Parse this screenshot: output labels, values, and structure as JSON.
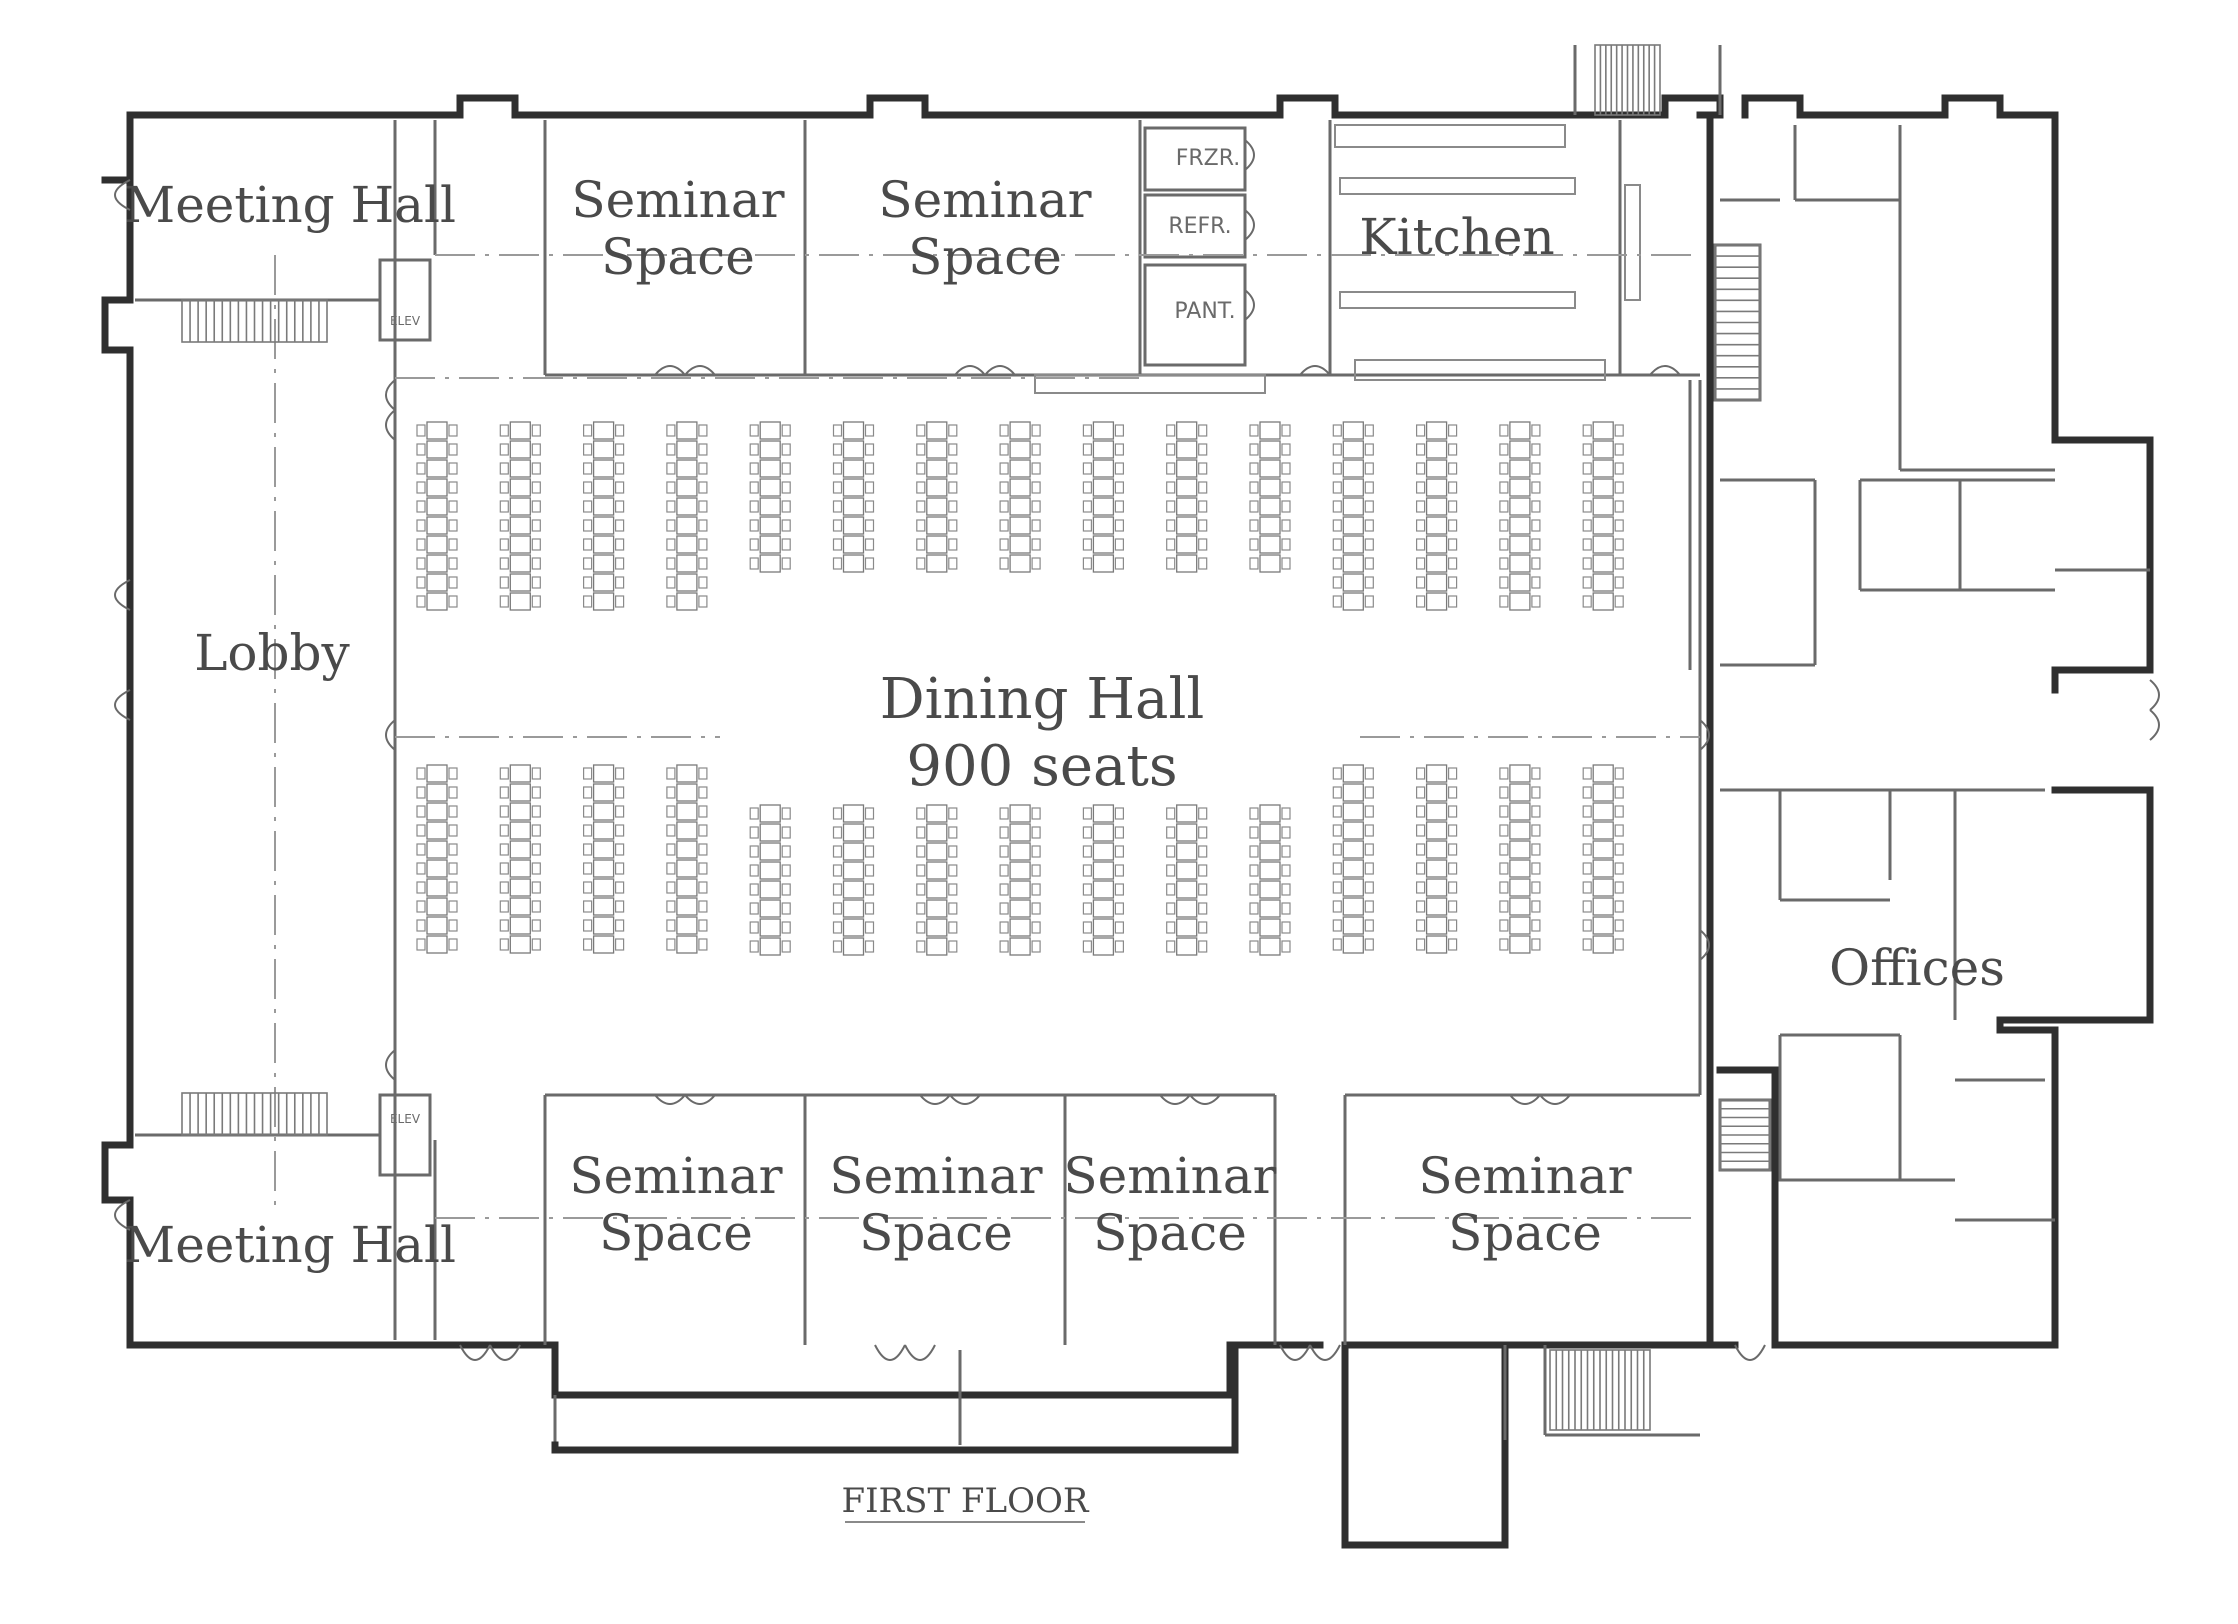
{
  "plan_title": "FIRST FLOOR",
  "rooms": {
    "meeting_hall_north": "Meeting Hall",
    "meeting_hall_south": "Meeting Hall",
    "lobby": "Lobby",
    "seminar_n1": [
      "Seminar",
      "Space"
    ],
    "seminar_n2": [
      "Seminar",
      "Space"
    ],
    "kitchen": "Kitchen",
    "freezer": "FRZR.",
    "refrigerator": "REFR.",
    "pantry": "PANT.",
    "dining_hall": "Dining Hall",
    "dining_capacity": "900 seats",
    "seminar_s1": [
      "Seminar",
      "Space"
    ],
    "seminar_s2": [
      "Seminar",
      "Space"
    ],
    "seminar_s3": [
      "Seminar",
      "Space"
    ],
    "seminar_s4": [
      "Seminar",
      "Space"
    ],
    "offices": "Offices",
    "elevator_north": "ELEV",
    "elevator_south": "ELEV"
  },
  "colors": {
    "wall": "#2f2f2f",
    "line": "#8a8a8a",
    "text": "#4a4a4a"
  }
}
